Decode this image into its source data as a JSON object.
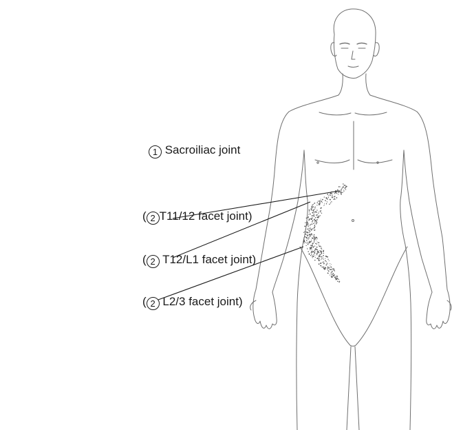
{
  "labels": [
    {
      "prefix": "",
      "num": "1",
      "text": " Sacroiliac joint",
      "suffix": ""
    },
    {
      "prefix": "(",
      "num": "2",
      "text": "T11/12 facet joint)",
      "suffix": ""
    },
    {
      "prefix": "(",
      "num": "2",
      "text": " T12/L1 facet joint)",
      "suffix": ""
    },
    {
      "prefix": "(",
      "num": "2",
      "text": " L2/3 facet joint)",
      "suffix": ""
    }
  ],
  "colors": {
    "ink": "#1a1a1a",
    "outline": "#6e6e6e",
    "stipple": "#555555"
  }
}
